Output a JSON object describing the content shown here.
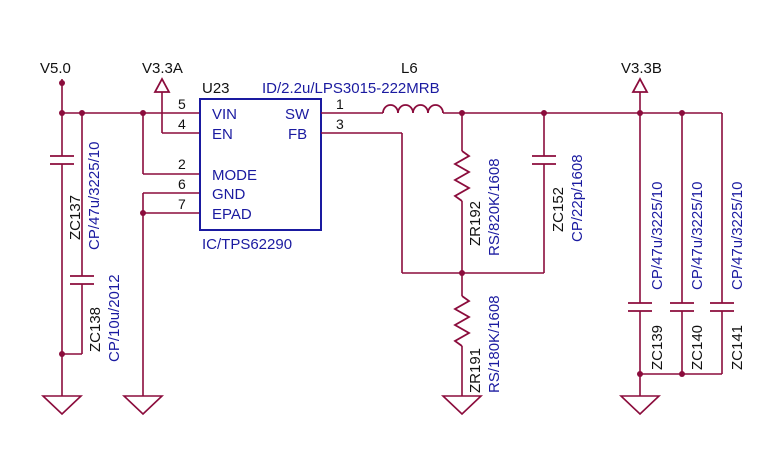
{
  "nets": {
    "v50": "V5.0",
    "v33a": "V3.3A",
    "v33b": "V3.3B"
  },
  "ic": {
    "ref": "U23",
    "value": "IC/TPS62290",
    "pins": {
      "vin": "VIN",
      "en": "EN",
      "mode": "MODE",
      "gnd": "GND",
      "epad": "EPAD",
      "sw": "SW",
      "fb": "FB"
    },
    "pin_numbers": {
      "vin": "5",
      "en": "4",
      "mode": "2",
      "gnd": "6",
      "epad": "7",
      "sw": "1",
      "fb": "3"
    }
  },
  "inductor": {
    "ref": "L6",
    "value": "ID/2.2u/LPS3015-222MRB"
  },
  "components": {
    "zc137": {
      "ref": "ZC137",
      "value": "CP/47u/3225/10"
    },
    "zc138": {
      "ref": "ZC138",
      "value": "CP/10u/2012"
    },
    "zr192": {
      "ref": "ZR192",
      "value": "RS/820K/1608"
    },
    "zc152": {
      "ref": "ZC152",
      "value": "CP/22p/1608"
    },
    "zr191": {
      "ref": "ZR191",
      "value": "RS/180K/1608"
    },
    "zc139": {
      "ref": "ZC139",
      "value": "CP/47u/3225/10"
    },
    "zc140": {
      "ref": "ZC140",
      "value": "CP/47u/3225/10"
    },
    "zc141": {
      "ref": "ZC141",
      "value": "CP/47u/3225/10"
    }
  },
  "colors": {
    "wire": "#8b0c3c",
    "component_label": "#1a1aa0",
    "text": "#111111"
  }
}
